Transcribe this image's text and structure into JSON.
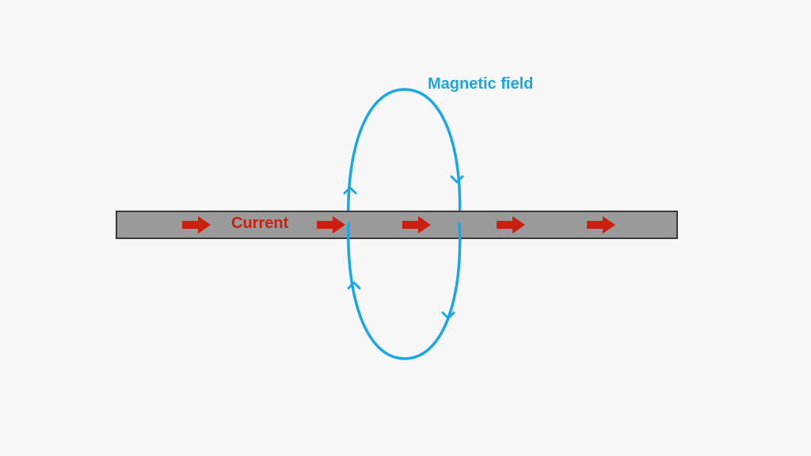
{
  "labels": {
    "current": "Current",
    "magnetic_field": "Magnetic field"
  },
  "colors": {
    "background": "#f7f7f8",
    "wire_fill": "#9a9a9a",
    "wire_edge": "#3a3a3a",
    "current": "#cc1f0f",
    "field": "#1aa7e8"
  },
  "current_arrow_count": 5,
  "field_arrow_count": 4
}
